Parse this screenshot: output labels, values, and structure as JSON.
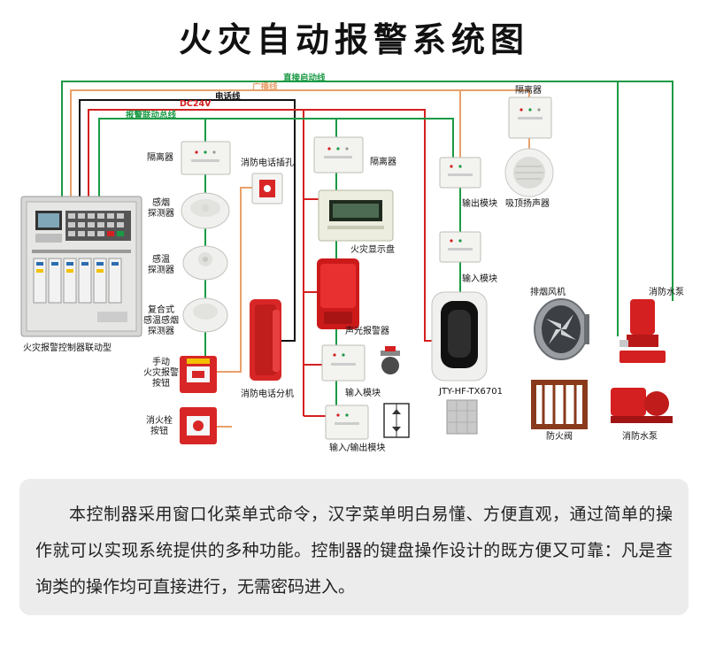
{
  "title": "火灾自动报警系统图",
  "wires": {
    "direct": "直接启动线",
    "broadcast": "广播线",
    "phone": "电话线",
    "dc24v": "DC24V",
    "alarm_bus": "报警联动总线"
  },
  "labels": {
    "controller": "火灾报警控制器联动型",
    "isolator_left": "隔离器",
    "smoke_detector": [
      "感烟",
      "探测器"
    ],
    "heat_detector": [
      "感温",
      "探测器"
    ],
    "combo_detector": [
      "复合式",
      "感温感烟",
      "探测器"
    ],
    "manual_alarm": [
      "手动",
      "火灾报警",
      "按钮"
    ],
    "hydrant_button": [
      "消火栓",
      "按钮"
    ],
    "phone_jack": "消防电话插孔",
    "phone_extension": "消防电话分机",
    "isolator_mid": "隔离器",
    "fire_display": "火灾显示盘",
    "strobe_alarm": "声光报警器",
    "input_module_1": "输入模块",
    "io_module": "输入/输出模块",
    "output_module": "输出模块",
    "ceiling_speaker": "吸顶扬声器",
    "input_module_2": "输入模块",
    "beam_detector": "JTY-HF-TX6701",
    "isolator_right": "隔离器",
    "smoke_fan": "排烟风机",
    "fire_pump_top": "消防水泵",
    "fire_damper": "防火阀",
    "fire_pump_bottom": "消防水泵"
  },
  "colors": {
    "direct": "#1a9a44",
    "broadcast": "#e8a06a",
    "phone": "#111111",
    "dc24v": "#d42020",
    "alarm_bus": "#1a9a44"
  },
  "description": "本控制器采用窗口化菜单式命令，汉字菜单明白易懂、方便直观，通过简单的操作就可以实现系统提供的多种功能。控制器的键盘操作设计的既方便又可靠：凡是查询类的操作均可直接进行，无需密码进入。"
}
